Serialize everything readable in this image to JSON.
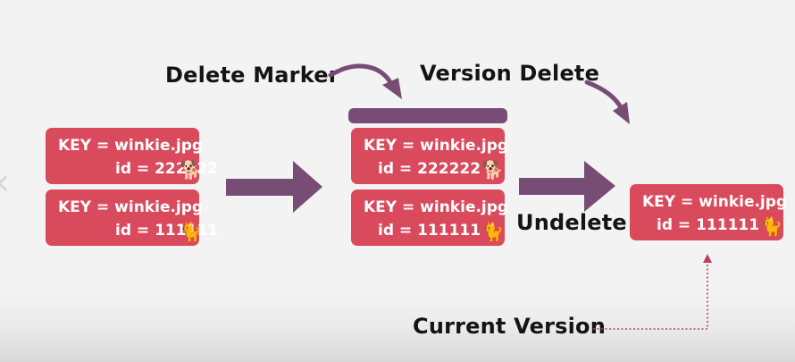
{
  "labels": {
    "delete_marker": "Delete Marker",
    "version_delete": "Version Delete",
    "undelete": "Undelete",
    "current_version": "Current Version"
  },
  "stages": [
    {
      "objects": [
        {
          "key": "KEY = winkie.jpg",
          "id": "id = 222222",
          "icon": "dog-icon"
        },
        {
          "key": "KEY = winkie.jpg",
          "id": "id = 111111",
          "icon": "cat-icon"
        }
      ]
    },
    {
      "objects": [
        {
          "key": "KEY = winkie.jpg",
          "id": "id = 222222",
          "icon": "dog-icon"
        },
        {
          "key": "KEY = winkie.jpg",
          "id": "id = 111111",
          "icon": "cat-icon"
        }
      ]
    },
    {
      "objects": [
        {
          "key": "KEY = winkie.jpg",
          "id": "id = 111111",
          "icon": "cat-icon"
        }
      ]
    }
  ],
  "colors": {
    "card": "#d94a5c",
    "arrow": "#774c75",
    "marker": "#774c75",
    "pointer": "#c0405a"
  }
}
